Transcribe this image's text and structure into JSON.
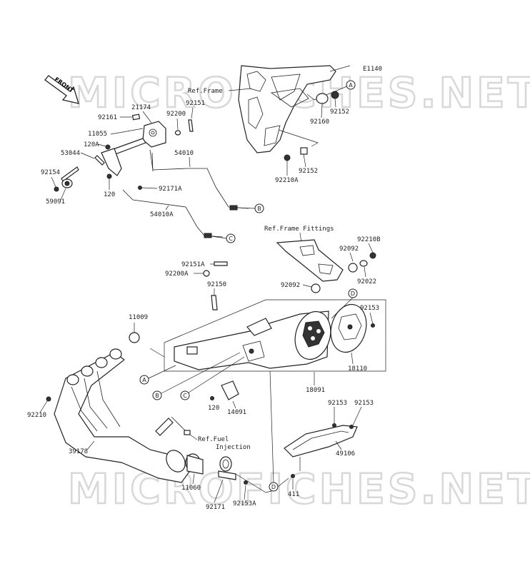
{
  "diagram_code": "E1140",
  "front_label": "FRONT",
  "watermark": "MICROFICHES.NET",
  "refs": {
    "frame": "Ref.Frame",
    "frame_fittings": "Ref.Frame Fittings",
    "fuel_line1": "Ref.Fuel",
    "fuel_line2": "Injection"
  },
  "callouts": {
    "a": "A",
    "b": "B",
    "c": "C",
    "d": "D"
  },
  "parts": {
    "p92161": "92161",
    "p21174": "21174",
    "p92200": "92200",
    "p92151": "92151",
    "p11055": "11055",
    "p120a": "120A",
    "p53044": "53044",
    "p92154": "92154",
    "p59091": "59091",
    "p120_top": "120",
    "p54010": "54010",
    "p92171a": "92171A",
    "p54010a": "54010A",
    "p92152_top": "92152",
    "p92160": "92160",
    "p92152_bot": "92152",
    "p92210a": "92210A",
    "p92210b": "92210B",
    "p92092_upper": "92092",
    "p92022": "92022",
    "p92092_lower": "92092",
    "p92151a": "92151A",
    "p92200a": "92200A",
    "p92150": "92150",
    "p11009": "11009",
    "p92153_top": "92153",
    "p18110": "18110",
    "p18091": "18091",
    "p14091": "14091",
    "p120_bot": "120",
    "p92210": "92210",
    "p92153_l": "92153",
    "p92153_r": "92153",
    "p39178": "39178",
    "p49106": "49106",
    "p11060": "11060",
    "p92171": "92171",
    "p92153a": "92153A",
    "p411": "411"
  }
}
